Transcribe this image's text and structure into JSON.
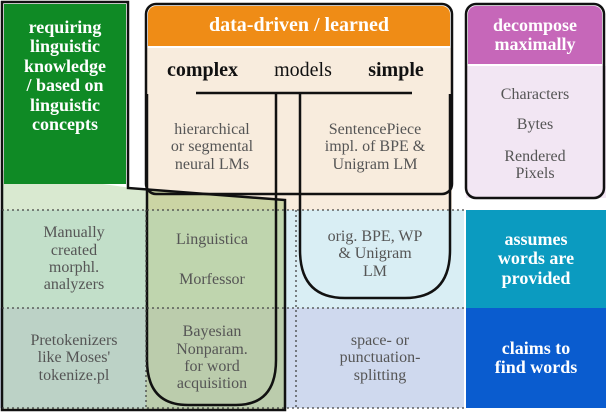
{
  "left_column": {
    "title": "requiring\nlinguistic\nknowledge\n/ based on\nlinguistic\nconcepts"
  },
  "middle_column": {
    "header": "data-driven / learned",
    "axis": {
      "left": "complex",
      "middle": "models",
      "right": "simple"
    }
  },
  "right_column": {
    "header": "decompose\nmaximally",
    "items": [
      "Characters",
      "Bytes",
      "Rendered\nPixels"
    ]
  },
  "rows": {
    "top": {
      "left_learned": "hierarchical\nor segmental\nneural LMs",
      "right_learned": "SentencePiece\nimpl. of BPE &\nUnigram LM"
    },
    "assumes_words": {
      "label": "assumes\nwords are\nprovided",
      "linguistic": "Manually\ncreated\nmorphl.\nanalyzers",
      "learned_complex": [
        "Linguistica",
        "Morfessor"
      ],
      "learned_simple": "orig. BPE, WP\n& Unigram\nLM"
    },
    "finds_words": {
      "label": "claims to\nfind words",
      "linguistic": "Pretokenizers\nlike Moses'\ntokenize.pl",
      "learned_complex": "Bayesian\nNonparam.\nfor word\nacquisition",
      "learned_simple": "space- or\npunctuation-\nsplitting"
    }
  },
  "colors": {
    "green": "#0f8a25",
    "orange": "#ef8c16",
    "pink": "#c667b9",
    "teal": "#0b9bc0",
    "blue": "#0a5ccf"
  }
}
